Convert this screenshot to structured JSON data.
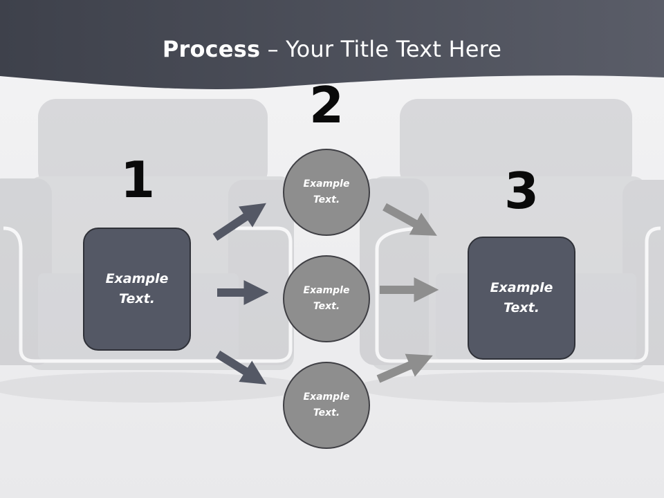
{
  "title": {
    "bold": "Process",
    "rest": " – Your Title Text Here"
  },
  "steps": [
    {
      "number": "1",
      "label": "Example Text."
    },
    {
      "number": "2",
      "items": [
        "Example Text.",
        "Example Text.",
        "Example Text."
      ]
    },
    {
      "number": "3",
      "label": "Example Text."
    }
  ],
  "colors": {
    "header": "#4a4d57",
    "box_fill": "#545865",
    "circle_fill": "#8e8e8e",
    "arrow_dark": "#545865",
    "arrow_light": "#8e8e8e"
  }
}
